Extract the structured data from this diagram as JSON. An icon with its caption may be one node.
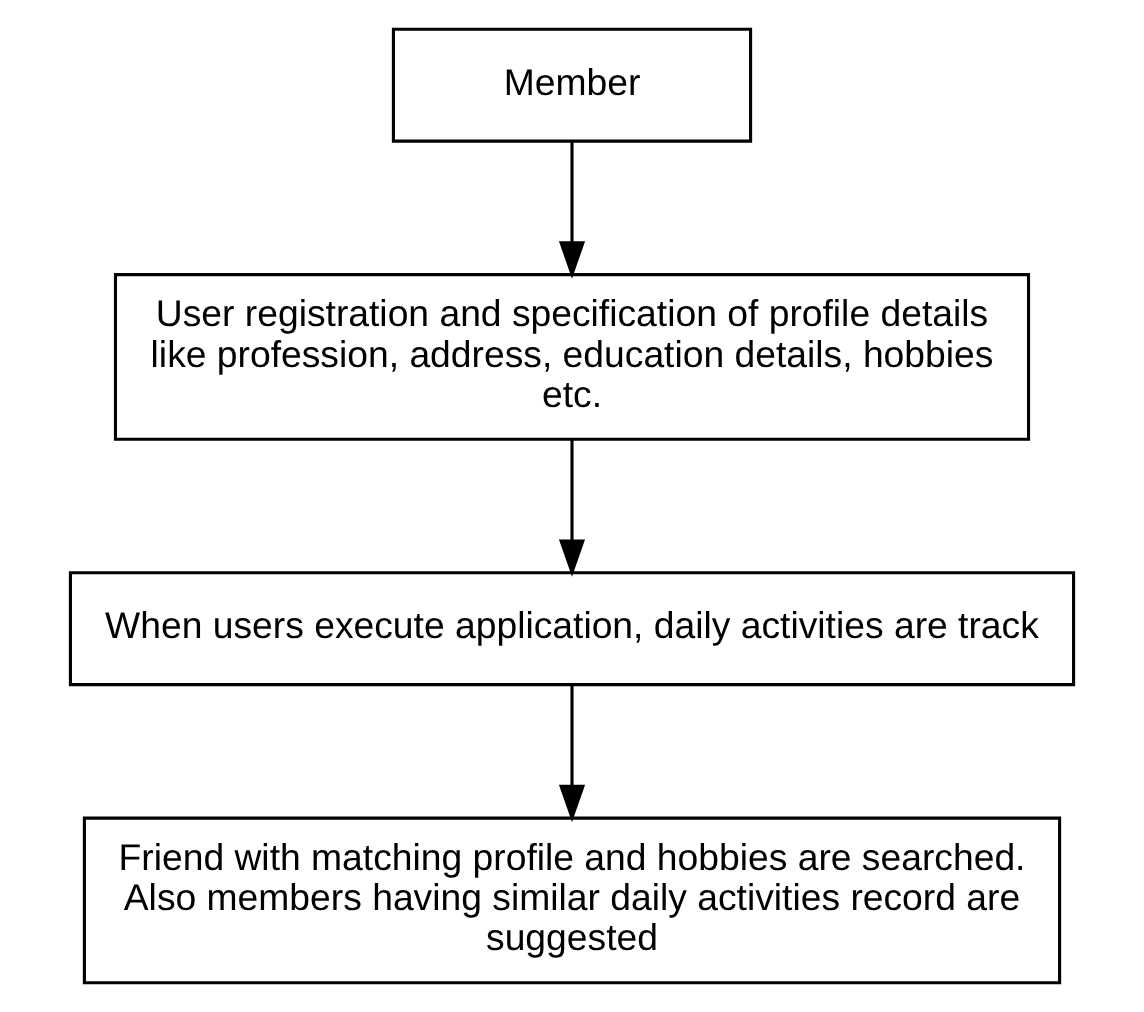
{
  "diagram": {
    "nodes": [
      {
        "text": [
          "Member"
        ]
      },
      {
        "text": [
          "User registration and specification of profile details like profession, address, education details, hobbies etc."
        ]
      },
      {
        "text": [
          "When users execute application, daily activities are track"
        ]
      },
      {
        "text": [
          "Friend with matching profile and hobbies are searched. Also members having similar daily activities record are suggested"
        ]
      }
    ],
    "edges": [
      {
        "from": 0,
        "to": 1,
        "arrow": "to"
      },
      {
        "from": 1,
        "to": 2,
        "arrow": "to"
      },
      {
        "from": 2,
        "to": 3,
        "arrow": "to"
      }
    ]
  }
}
